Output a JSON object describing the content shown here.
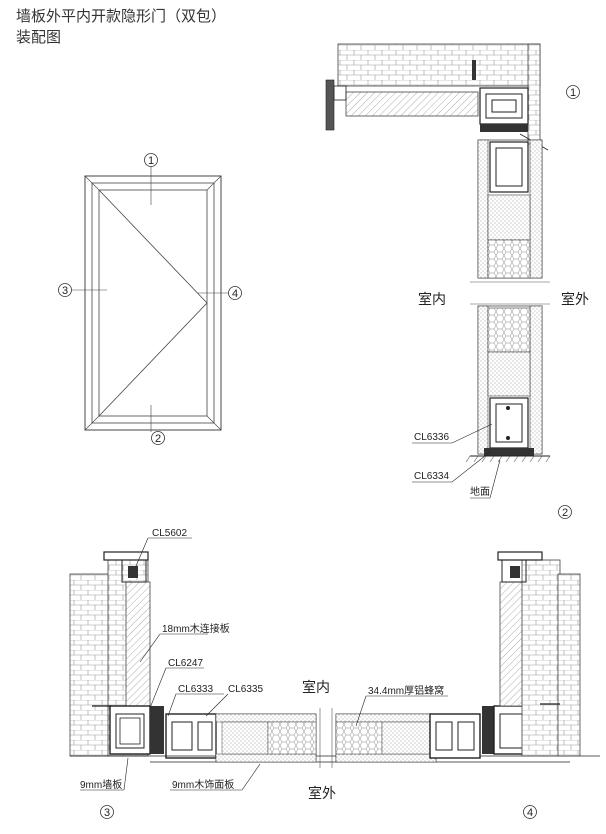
{
  "title": {
    "line1": "墙板外平内开款隐形门（双包）",
    "line2": "装配图"
  },
  "markers": {
    "m1": "1",
    "m2": "2",
    "m3": "3",
    "m4": "4"
  },
  "section_vertical": {
    "indoor": "室内",
    "outdoor": "室外",
    "profile_top": "CL6336",
    "profile_bottom": "CL6334",
    "floor": "地面"
  },
  "section_horizontal": {
    "indoor": "室内",
    "outdoor": "室外",
    "cl5602": "CL5602",
    "wood_board": "18mm木连接板",
    "cl6247": "CL6247",
    "cl6333": "CL6333",
    "cl6335": "CL6335",
    "honeycomb": "34.4mm厚铝蜂窝",
    "wall_board": "9mm墙板",
    "wood_facing": "9mm木饰面板"
  }
}
